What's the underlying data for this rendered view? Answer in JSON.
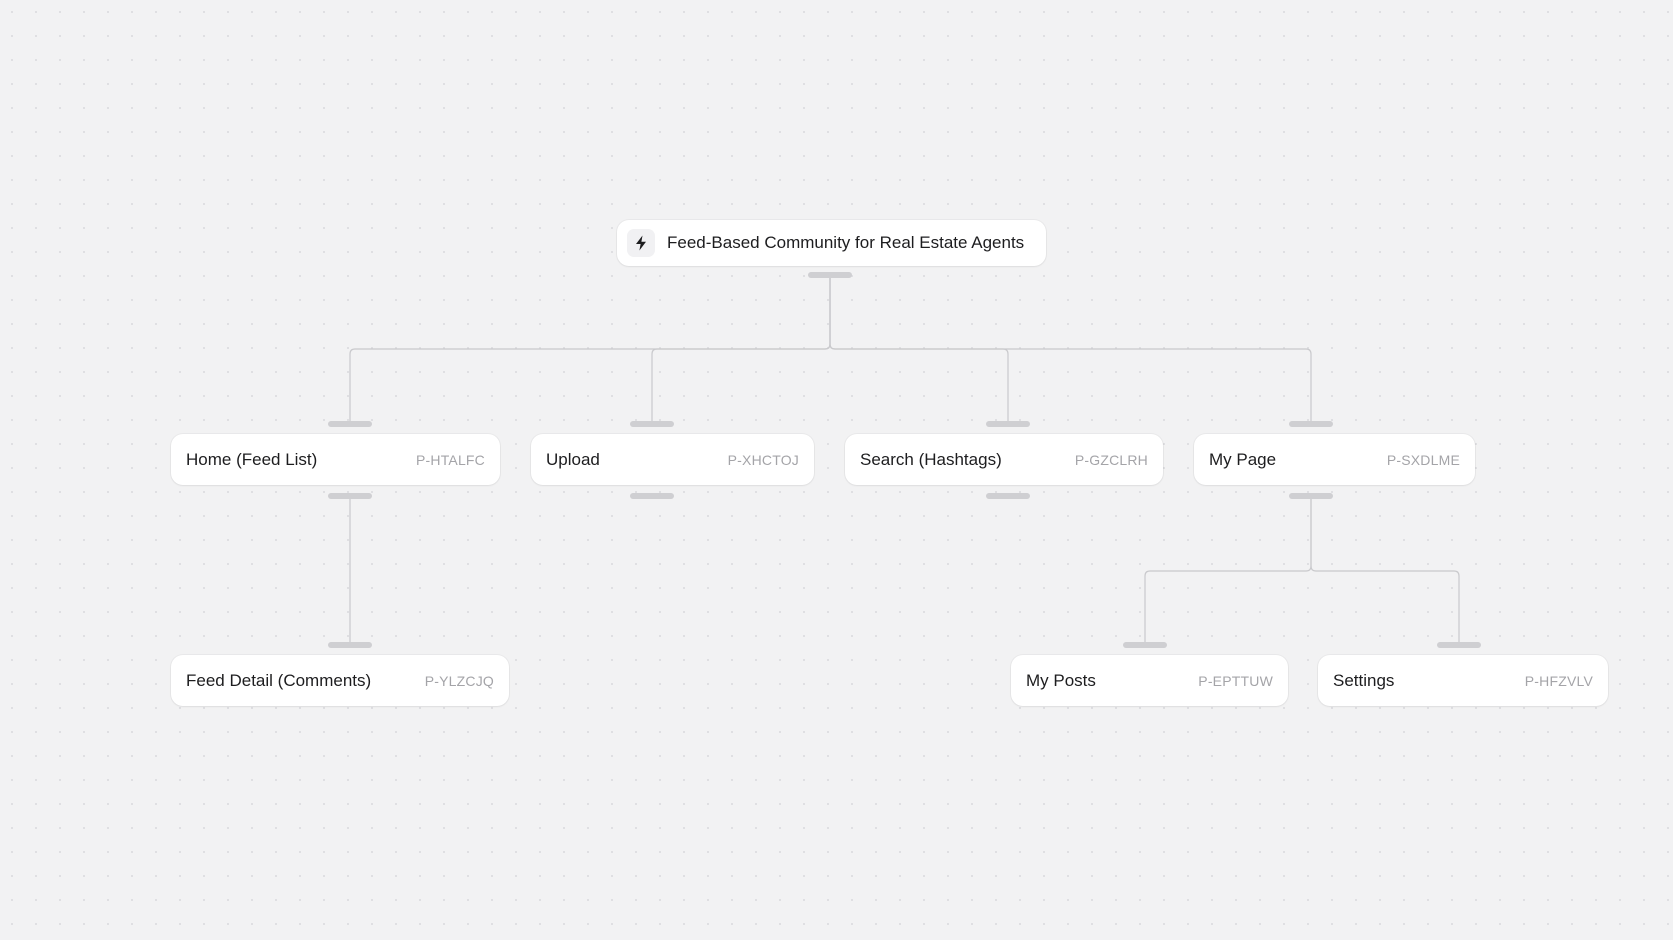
{
  "root": {
    "icon": "lightning-bolt-icon",
    "title": "Feed-Based Community for Real Estate Agents"
  },
  "pages": [
    {
      "title": "Home (Feed List)",
      "code": "P-HTALFC"
    },
    {
      "title": "Upload",
      "code": "P-XHCTOJ"
    },
    {
      "title": "Search (Hashtags)",
      "code": "P-GZCLRH"
    },
    {
      "title": "My Page",
      "code": "P-SXDLME"
    },
    {
      "title": "Feed Detail (Comments)",
      "code": "P-YLZCJQ"
    },
    {
      "title": "My Posts",
      "code": "P-EPTTUW"
    },
    {
      "title": "Settings",
      "code": "P-HFZVLV"
    }
  ],
  "colors": {
    "background": "#f2f2f3",
    "node": "#ffffff",
    "edge": "#c9c9cc",
    "code_text": "#a4a4a8"
  }
}
